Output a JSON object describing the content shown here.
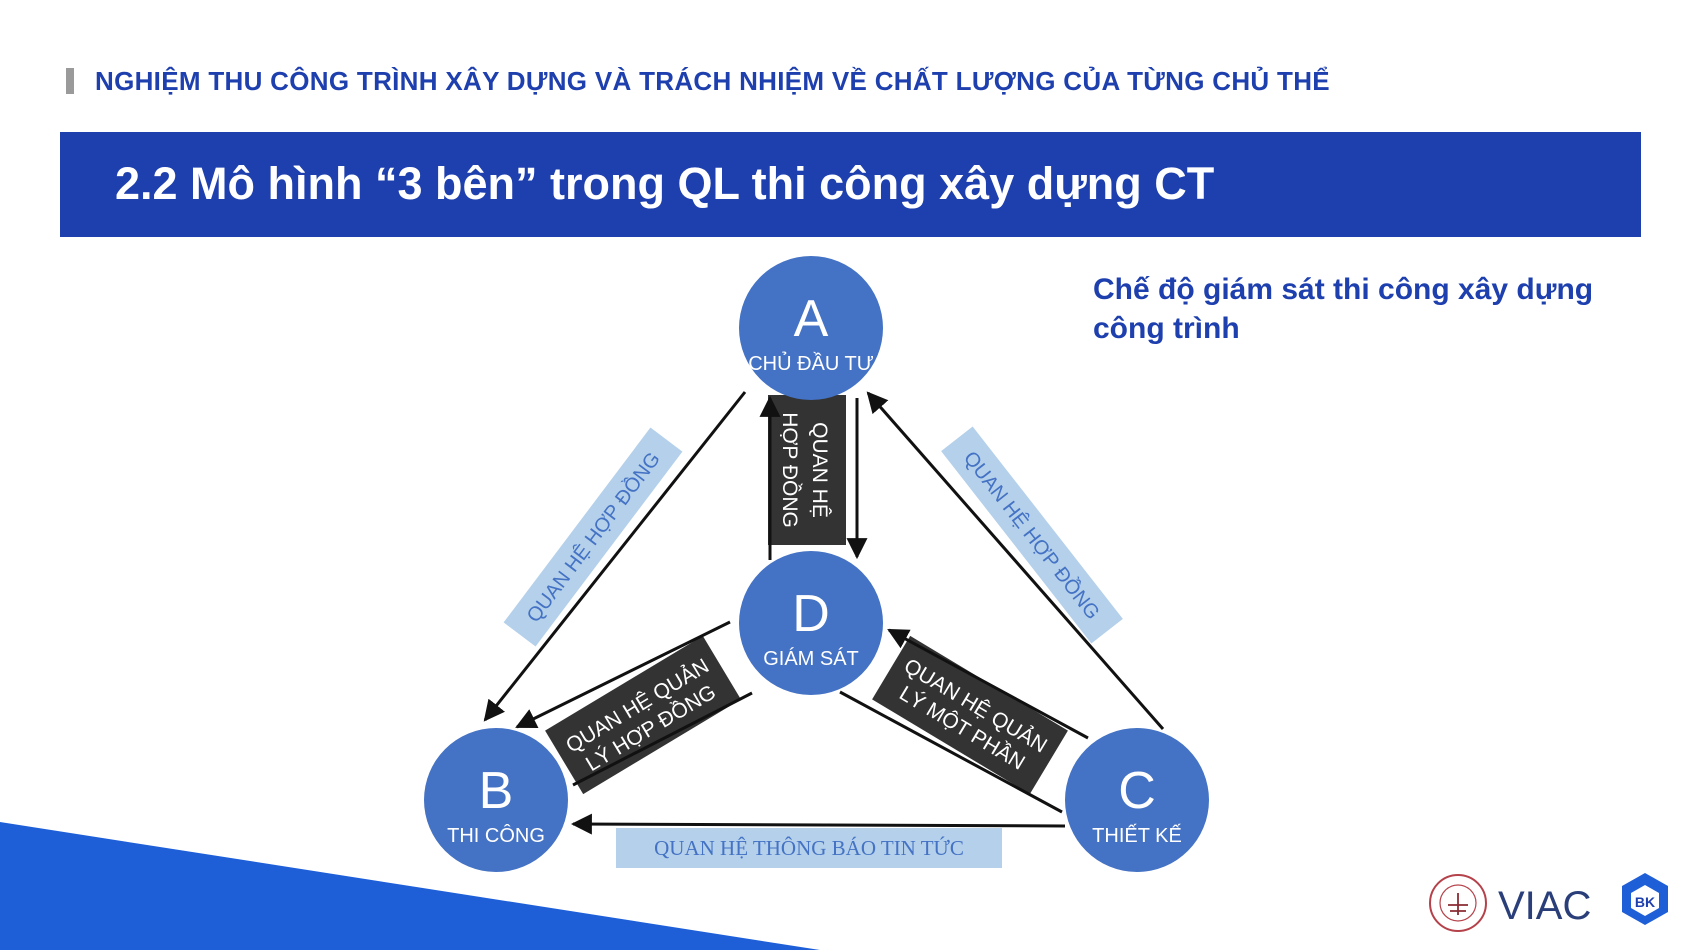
{
  "header": {
    "section_title": "NGHIỆM THU CÔNG TRÌNH XÂY DỰNG VÀ TRÁCH NHIỆM VỀ CHẤT LƯỢNG CỦA TỪNG CHỦ THỂ"
  },
  "slide": {
    "title": "2.2 Mô hình “3 bên” trong QL thi công xây dựng CT",
    "note": "Chế độ giám sát thi công xây dựng công trình"
  },
  "diagram": {
    "nodes": {
      "a": {
        "letter": "A",
        "label": "CHỦ ĐẦU TƯ"
      },
      "b": {
        "letter": "B",
        "label": "THI CÔNG"
      },
      "c": {
        "letter": "C",
        "label": "THIẾT KẾ"
      },
      "d": {
        "letter": "D",
        "label": "GIÁM SÁT"
      }
    },
    "edges": {
      "ab": "QUAN HỆ HỢP ĐỒNG",
      "ac": "QUAN HỆ HỢP ĐỒNG",
      "ad_line1": "QUAN HỆ",
      "ad_line2": "HỢP ĐỒNG",
      "db_line1": "QUAN HỆ QUẢN",
      "db_line2": "LÝ HỢP ĐỒNG",
      "dc_line1": "QUAN HỆ QUẢN",
      "dc_line2": "LÝ MỘT PHẦN",
      "cb": "QUAN HỆ THÔNG BÁO TIN TỨC"
    }
  },
  "logos": {
    "viac": "VIAC",
    "bk": "BK"
  },
  "colors": {
    "brand_blue": "#1e3fae",
    "node_blue": "#4472c4",
    "label_light": "#b4d0ea",
    "label_dark": "#333333"
  }
}
